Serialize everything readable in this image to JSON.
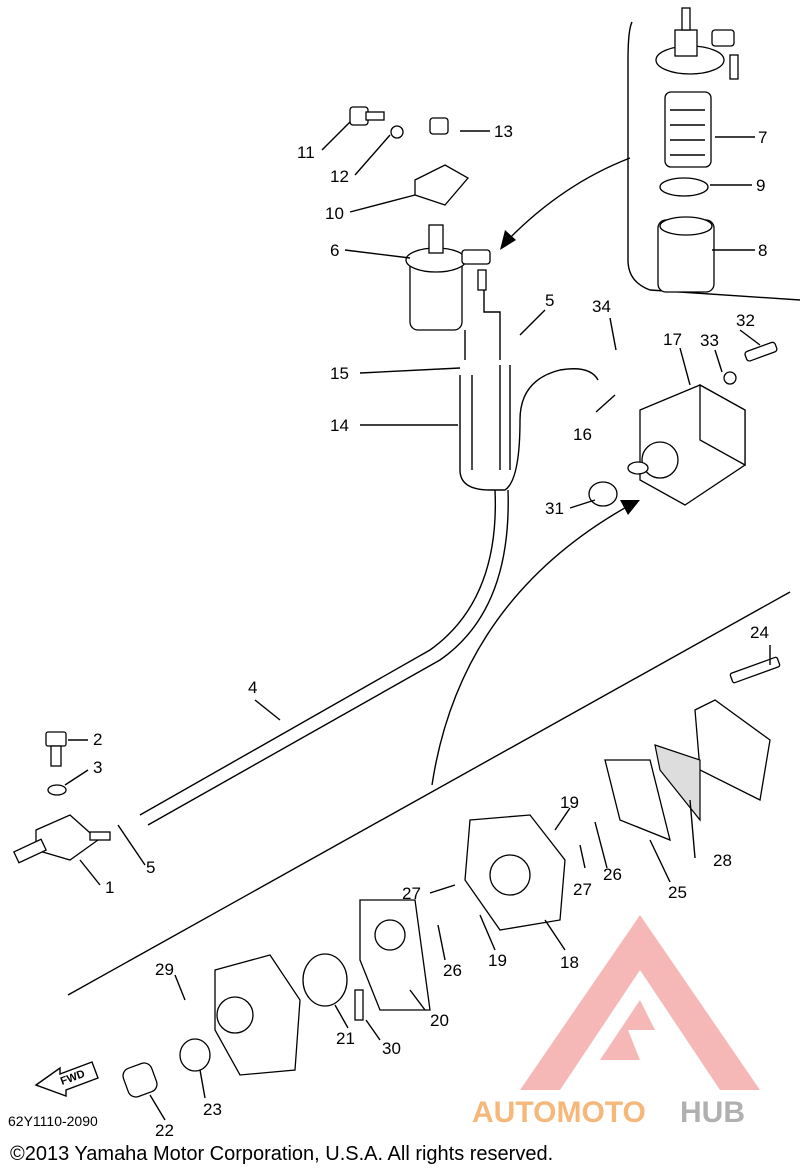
{
  "diagram": {
    "callouts": [
      {
        "id": "c1",
        "label": "1"
      },
      {
        "id": "c2",
        "label": "2"
      },
      {
        "id": "c3",
        "label": "3"
      },
      {
        "id": "c4",
        "label": "4"
      },
      {
        "id": "c5a",
        "label": "5"
      },
      {
        "id": "c5b",
        "label": "5"
      },
      {
        "id": "c6",
        "label": "6"
      },
      {
        "id": "c7",
        "label": "7"
      },
      {
        "id": "c8",
        "label": "8"
      },
      {
        "id": "c9",
        "label": "9"
      },
      {
        "id": "c10",
        "label": "10"
      },
      {
        "id": "c11",
        "label": "11"
      },
      {
        "id": "c12",
        "label": "12"
      },
      {
        "id": "c13",
        "label": "13"
      },
      {
        "id": "c14",
        "label": "14"
      },
      {
        "id": "c15",
        "label": "15"
      },
      {
        "id": "c16",
        "label": "16"
      },
      {
        "id": "c17",
        "label": "17"
      },
      {
        "id": "c18",
        "label": "18"
      },
      {
        "id": "c19a",
        "label": "19"
      },
      {
        "id": "c19b",
        "label": "19"
      },
      {
        "id": "c20",
        "label": "20"
      },
      {
        "id": "c21",
        "label": "21"
      },
      {
        "id": "c22",
        "label": "22"
      },
      {
        "id": "c23",
        "label": "23"
      },
      {
        "id": "c24",
        "label": "24"
      },
      {
        "id": "c25",
        "label": "25"
      },
      {
        "id": "c26a",
        "label": "26"
      },
      {
        "id": "c26b",
        "label": "26"
      },
      {
        "id": "c27a",
        "label": "27"
      },
      {
        "id": "c27b",
        "label": "27"
      },
      {
        "id": "c28",
        "label": "28"
      },
      {
        "id": "c29",
        "label": "29"
      },
      {
        "id": "c30",
        "label": "30"
      },
      {
        "id": "c31",
        "label": "31"
      },
      {
        "id": "c32",
        "label": "32"
      },
      {
        "id": "c33",
        "label": "33"
      },
      {
        "id": "c34",
        "label": "34"
      }
    ],
    "fwd_label": "FWD",
    "part_number": "62Y1110-2090",
    "copyright": "©2013 Yamaha Motor Corporation, U.S.A. All rights reserved."
  },
  "watermark": {
    "text_part1": "AUTOMOTO",
    "text_part2": "HUB",
    "colors": {
      "logo": "#f08080",
      "text1": "#f5b87a",
      "text2": "#b0b0b0"
    }
  }
}
